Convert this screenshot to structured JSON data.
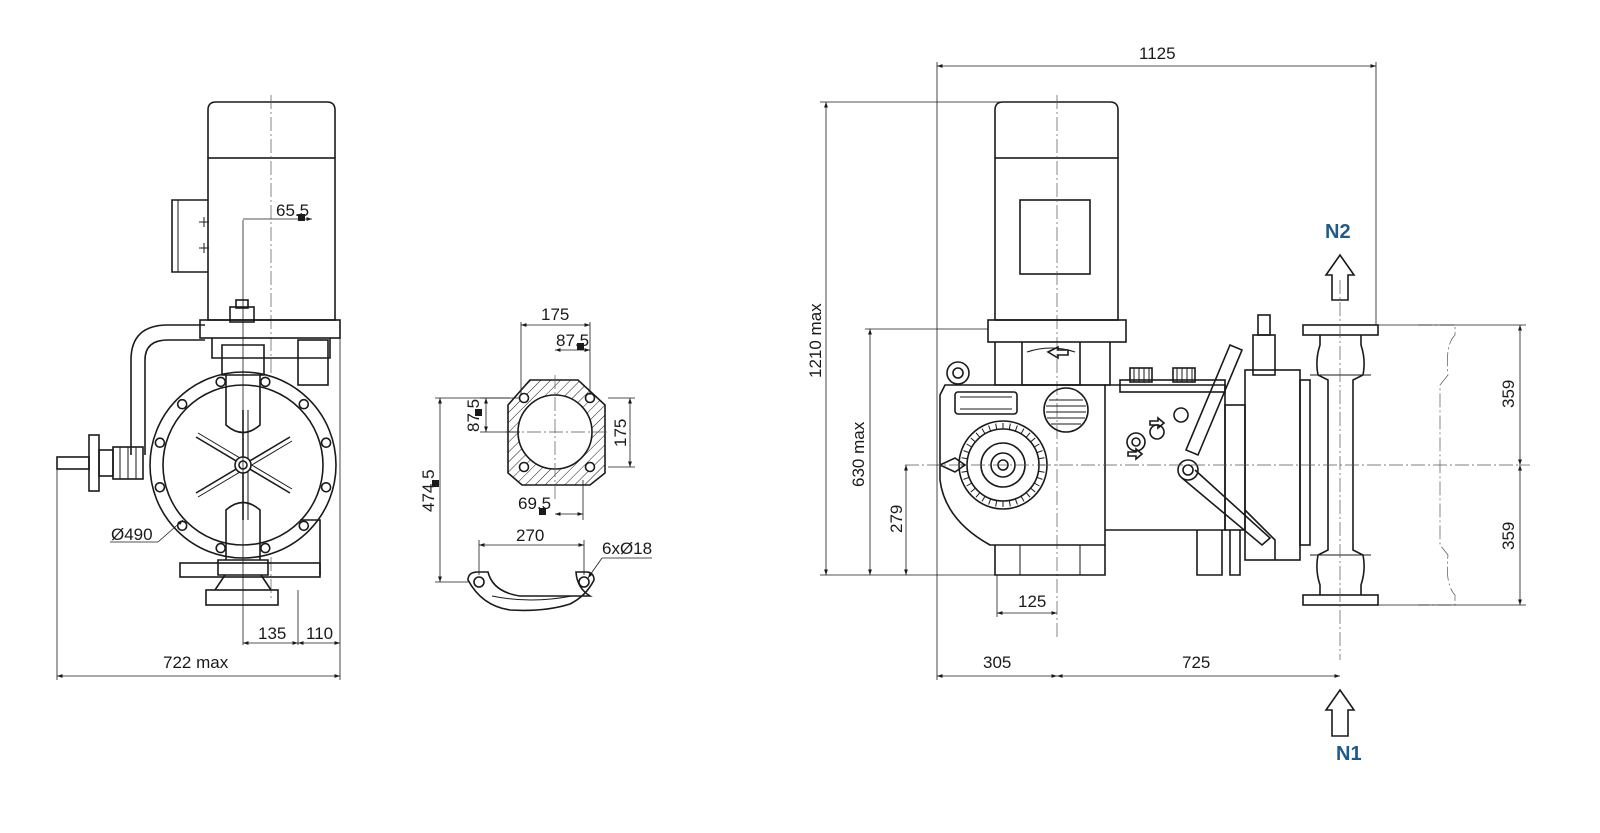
{
  "side_view": {
    "dim_offset": "65.5",
    "dim_diameter": "Ø490",
    "dim_135": "135",
    "dim_110": "110",
    "dim_overall_width": "722 max"
  },
  "mounting_view": {
    "dim_175_top": "175",
    "dim_875_top": "87.5",
    "dim_875_left": "87.5",
    "dim_175_right": "175",
    "dim_4745": "474.5",
    "dim_695": "69.5",
    "dim_270": "270",
    "dim_holes": "6xØ18"
  },
  "front_view": {
    "dim_1125": "1125",
    "dim_1210": "1210 max",
    "dim_630": "630 max",
    "dim_279": "279",
    "dim_359_upper": "359",
    "dim_359_lower": "359",
    "dim_125": "125",
    "dim_305": "305",
    "dim_725": "725"
  },
  "ports": {
    "outlet": "N2",
    "inlet": "N1"
  },
  "colors": {
    "line": "#1a1a1a",
    "port_label": "#1f5a8c"
  }
}
